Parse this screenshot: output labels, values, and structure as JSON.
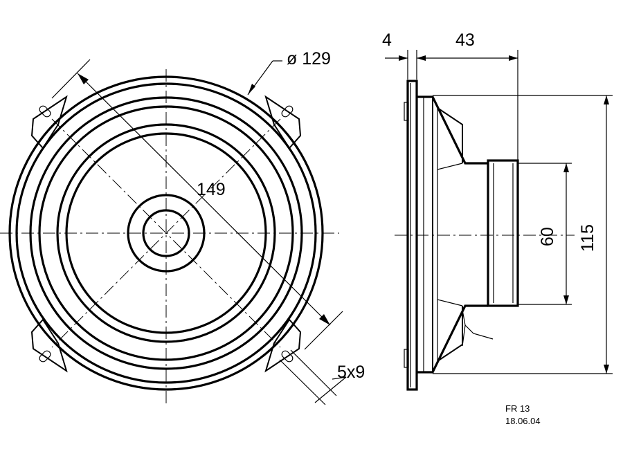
{
  "front_view": {
    "diameter_label": "ø 129",
    "flange_label": "149",
    "slot_label": "5x9"
  },
  "side_view": {
    "depth_flange_label": "4",
    "depth_label": "43",
    "magnet_label": "60",
    "height_label": "115"
  },
  "title_block": {
    "model": "FR 13",
    "date": "18.06.04"
  }
}
